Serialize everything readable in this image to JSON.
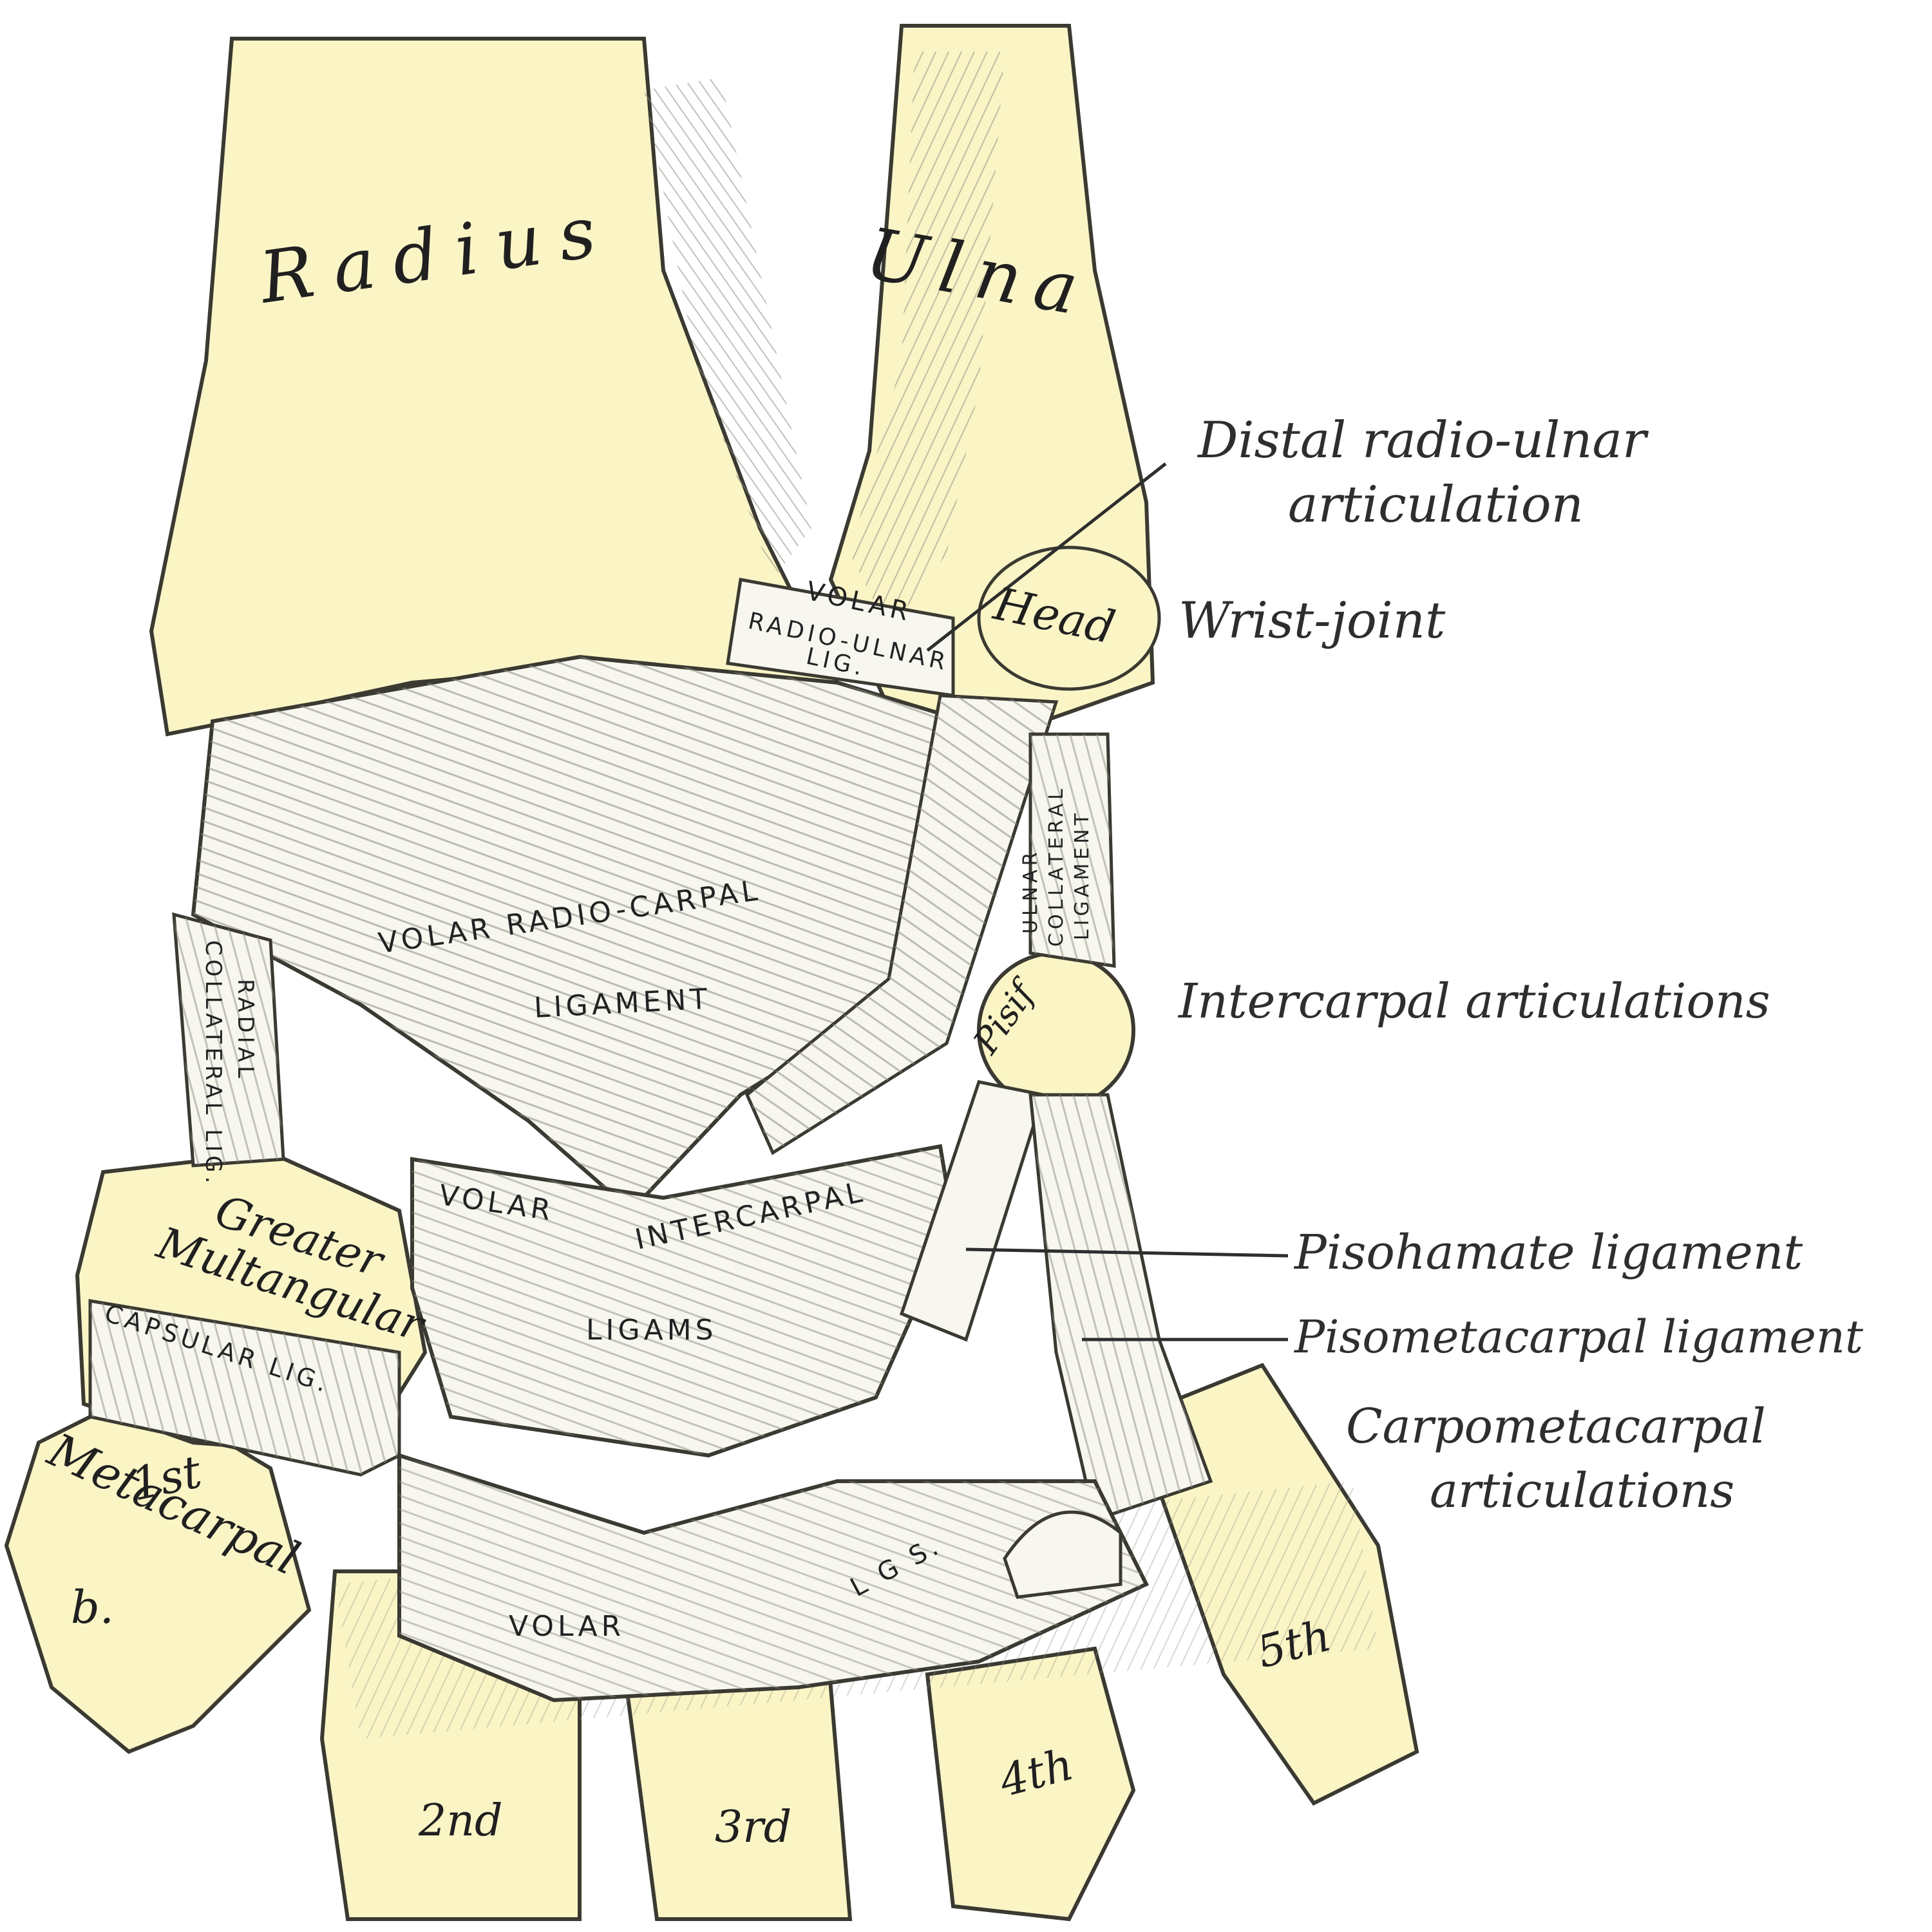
{
  "colors": {
    "bone": "#fbf5c6",
    "ligament": "#f7f7f0",
    "ink": "#2e2e2e",
    "shadow": "#a9a99a"
  },
  "bones": {
    "radius": "Radius",
    "ulna": "Ulna",
    "head": "Head",
    "pisiform": "Pisif",
    "greater_multangular_1": "Greater",
    "greater_multangular_2": "Multangular",
    "first_metacarpal_1": "1st",
    "first_metacarpal_2": "Metacarpal",
    "first_metacarpal_3": "b.",
    "second": "2nd",
    "third": "3rd",
    "fourth": "4th",
    "fifth": "5th"
  },
  "ligaments": {
    "volar_radioulnar_1": "VOLAR",
    "volar_radioulnar_2": "RADIO-ULNAR",
    "volar_radioulnar_3": "LIG.",
    "volar_radiocarpal_1": "VOLAR RADIO-CARPAL",
    "volar_radiocarpal_2": "LIGAMENT",
    "ulnar_collateral_1": "ULNAR",
    "ulnar_collateral_2": "COLLATERAL",
    "ulnar_collateral_3": "LIGAMENT",
    "radial_collateral_1": "RADIAL",
    "radial_collateral_2": "COLLATERAL LIG.",
    "volar_intercarpal_1": "VOLAR",
    "volar_intercarpal_2": "INTERCARPAL",
    "volar_intercarpal_3": "LIGAMS",
    "capsular": "CAPSULAR LIG.",
    "volar_cm_1": "VOLAR",
    "volar_cm_2": "L G S."
  },
  "labels": {
    "distal_radio_ulnar_1": "Distal radio-ulnar",
    "distal_radio_ulnar_2": "articulation",
    "wrist_joint": "Wrist-joint",
    "intercarpal": "Intercarpal articulations",
    "pisohamate": "Pisohamate ligament",
    "pisometacarpal": "Pisometacarpal ligament",
    "carpometacarpal_1": "Carpometacarpal",
    "carpometacarpal_2": "articulations"
  }
}
